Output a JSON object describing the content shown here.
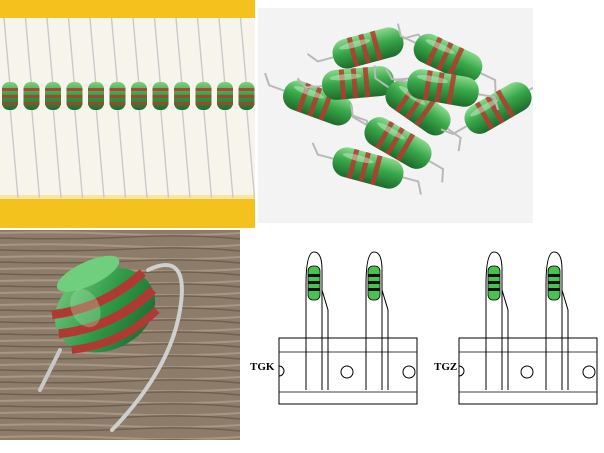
{
  "panels": {
    "taped_strip": {
      "kind": "photo"
    },
    "loose_inductors": {
      "kind": "photo"
    },
    "closeup": {
      "kind": "photo"
    },
    "diagram": {
      "kind": "line-drawing",
      "left_label": "TGK",
      "right_label": "TGZ"
    }
  },
  "colors": {
    "body_green": "#3aa84a",
    "band_red": "#b5392f",
    "tape_yellow": "#f4c21c",
    "diagram_green": "#4bc24f"
  }
}
